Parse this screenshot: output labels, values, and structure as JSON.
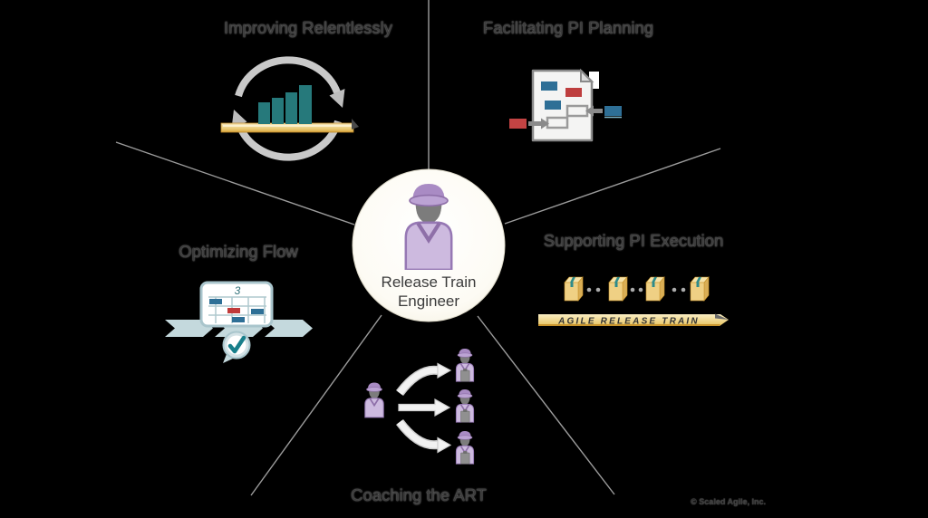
{
  "center": {
    "role": "Release Train Engineer"
  },
  "sections": {
    "improving": {
      "label": "Improving Relentlessly"
    },
    "facilitating": {
      "label": "Facilitating PI Planning"
    },
    "optimizing": {
      "label": "Optimizing Flow",
      "board_count": "3"
    },
    "supporting": {
      "label": "Supporting PI Execution",
      "train_banner": "AGILE RELEASE TRAIN"
    },
    "coaching": {
      "label": "Coaching the ART"
    }
  },
  "footer": {
    "copyright": "© Scaled Agile, Inc."
  },
  "colors": {
    "teal": "#26797B",
    "blue": "#2E6F96",
    "red": "#BE3E3E",
    "purple_shirt": "#CDBADF",
    "purple_trim": "#8E6FA8",
    "gold": "#E7C35F",
    "line_gray": "#9C9C9C"
  }
}
